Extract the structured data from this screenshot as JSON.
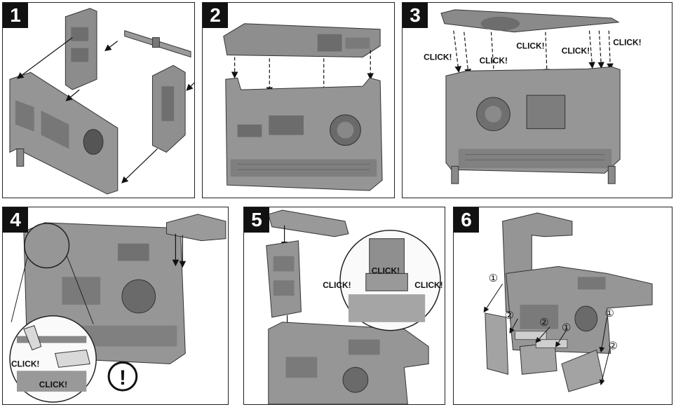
{
  "steps": [
    {
      "number": "1"
    },
    {
      "number": "2"
    },
    {
      "number": "3",
      "clicks": [
        "CLICK!",
        "CLICK!",
        "CLICK!",
        "CLICK!"
      ]
    },
    {
      "number": "4",
      "clicks": [
        "CLICK!",
        "CLICK!"
      ],
      "warning": "!"
    },
    {
      "number": "5",
      "clicks": [
        "CLICK!",
        "CLICK!",
        "CLICK!"
      ]
    },
    {
      "number": "6",
      "markers": [
        "①",
        "②",
        "②",
        "①",
        "①",
        "②"
      ]
    }
  ]
}
